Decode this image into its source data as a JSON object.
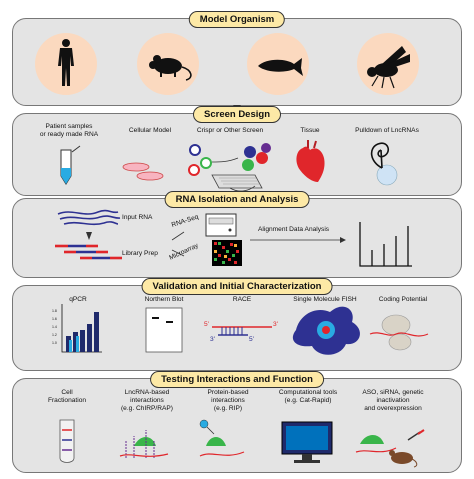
{
  "sections": {
    "model_organism": {
      "title": "Model Organism"
    },
    "screen_design": {
      "title": "Screen Design",
      "items": [
        "Patient samples\nor ready made RNA",
        "Cellular Model",
        "Crispr or Other Screen",
        "Tissue",
        "Pulldown of LncRNAs"
      ]
    },
    "rna_isolation": {
      "title": "RNA Isolation and Analysis",
      "input_rna": "Input RNA",
      "library_prep": "Library Prep",
      "rna_seq": "RNA-Seq",
      "microarray": "Microarray",
      "alignment": "Alignment Data Analysis"
    },
    "validation": {
      "title": "Validation and Initial Characterization",
      "items": [
        "qPCR",
        "Northern Blot",
        "RACE",
        "Single Molecule FISH",
        "Coding Potential"
      ],
      "race_5": "5'",
      "race_3": "3'",
      "race_3b": "3'",
      "race_5b": "5'"
    },
    "testing": {
      "title": "Testing Interactions and Function",
      "items": [
        "Cell\nFractionation",
        "LncRNA-based\ninteractions\n(e.g. ChIRP/RAP)",
        "Protein-based\ninteractions\n(e.g. RIP)",
        "Computational tools\n(e.g. Cat-Rapid)",
        "ASO, siRNA, genetic\ninactivation\nand overexpression"
      ]
    }
  },
  "colors": {
    "panel_bg": "#e4e4e4",
    "header_bg": "#fde9a6",
    "circle_bg": "#fbd9bf",
    "rna_blue": "#2e3192",
    "rna_red": "#e0262b",
    "qpcr_bar": "#1f2a6b"
  }
}
